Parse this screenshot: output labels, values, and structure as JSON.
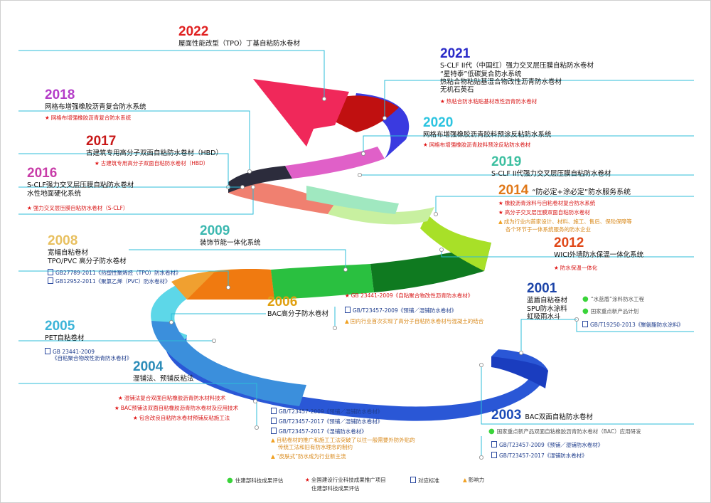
{
  "colors": {
    "y2022": "#e02020",
    "y2021": "#2a2ac8",
    "y2020": "#2cc4e0",
    "y2019": "#3cbfa0",
    "y2018": "#b43cc8",
    "y2017": "#c81818",
    "y2016": "#c83ca8",
    "y2014": "#e07818",
    "y2012": "#e04818",
    "y2009": "#3cb8b0",
    "y2008": "#e8c060",
    "y2006": "#e0a010",
    "y2005": "#3cb4d8",
    "y2004": "#2c8cb8",
    "y2003": "#1c4cb8",
    "y2001": "#1c44a8",
    "connector": "#2cbcd8"
  },
  "milestones": {
    "y2022": {
      "year": "2022",
      "lines": [
        "屋面性能改型（TPO）丁基自粘防水卷材"
      ]
    },
    "y2021": {
      "year": "2021",
      "lines": [
        "S-CLF II代（中国红）强力交叉层压膜自粘防水卷材",
        "“星特泰”低碳复合防水系统",
        "热粘合物粘贴基湿合物改性沥青防水卷材",
        "无机石英石"
      ],
      "stars": [
        "热粘合防水粘贴基材改性沥青防水卷材"
      ]
    },
    "y2020": {
      "year": "2020",
      "lines": [
        "网格布增强橡胶沥青胶料预涂反粘防水系统"
      ],
      "stars": [
        "网格布增强橡胶沥青胶料预涂反粘防水卷材"
      ]
    },
    "y2019": {
      "year": "2019",
      "lines": [
        "S-CLF II代强力交叉层压膜自粘防水卷材"
      ]
    },
    "y2018": {
      "year": "2018",
      "lines": [
        "网格布增强橡胶沥青复合防水系统"
      ],
      "stars": [
        "网格布增强橡胶沥青复合防水系统"
      ]
    },
    "y2017": {
      "year": "2017",
      "lines": [
        "古建筑专用高分子双面自粘防水卷材（HBD）"
      ],
      "stars": [
        "古建筑专用高分子双面自粘防水卷材（HBD）"
      ]
    },
    "y2016": {
      "year": "2016",
      "lines": [
        "S-CLF强力交叉层压膜自粘防水卷材",
        "水性地面硬化系统"
      ],
      "stars": [
        "强力交叉层压膜自粘防水卷材（S-CLF）"
      ]
    },
    "y2014": {
      "year": "2014",
      "lines": [
        "“防必定+涂必定”防水服务系统"
      ],
      "stars": [
        "橡胶沥青涂料与自粘卷材复合防水系统",
        "高分子交叉层压膜双面自粘防水卷材"
      ],
      "tris": [
        "成为行业内首家设计、材料、施工、售后、保险保障等",
        "各个环节于一体系统服务的防水企业"
      ]
    },
    "y2012": {
      "year": "2012",
      "lines": [
        "WICI外墙防水保温一体化系统"
      ],
      "stars": [
        "防水保温一体化"
      ]
    },
    "y2009": {
      "year": "2009",
      "lines": [
        "装饰节能一体化系统"
      ]
    },
    "y2008": {
      "year": "2008",
      "lines": [
        "宽幅自粘卷材",
        "TPO/PVC 高分子防水卷材"
      ],
      "boxes": [
        "GB27789-2011《热塑性聚烯烃（TPO）防水卷材》",
        "GB12952-2011《聚氯乙烯（PVC）防水卷材》"
      ]
    },
    "y2006": {
      "year": "2006",
      "lines": [
        "BAC高分子防水卷材"
      ],
      "stars": [
        "GB 23441-2009《自粘聚合物改性沥青防水卷材》"
      ],
      "boxes": [
        "GB/T23457-2009《预铺／湿铺防水卷材》"
      ],
      "tris": [
        "国内行业首次实现了高分子自粘防水卷材与混凝土的结合"
      ]
    },
    "y2005": {
      "year": "2005",
      "lines": [
        "PET自粘卷材"
      ],
      "boxes": [
        "GB 23441-2009",
        "《自粘聚合物改性沥青防水卷材》"
      ]
    },
    "y2004": {
      "year": "2004",
      "lines": [
        "湿铺法、预铺反粘法"
      ],
      "stars": [
        "湿铺法复合双面自粘橡胶沥青防水材料技术",
        "BAC预铺法双面自粘橡胶沥青防水卷材及应用技术",
        "包含改良自粘防水卷材预铺反粘施工法"
      ],
      "boxes": [
        "GB/T23457-2009《预铺／湿铺防水卷材》",
        "GB/T23457-2017《预铺／湿铺防水卷材》",
        "GB/T23457-2017《湿铺防水卷材》"
      ],
      "tris": [
        "自粘卷材的推广和施工工法突破了以往一般需要外防外贴的",
        "传统工法和旧有防水理念的制约",
        "“皮肤式”防水成为行业新主流"
      ]
    },
    "y2003": {
      "year": "2003",
      "lines": [
        "BAC双面自粘防水卷材"
      ],
      "dots": [
        "国家重点新产品双面自粘橡胶沥青防水卷材（BAC）应用研发"
      ],
      "boxes": [
        "GB/T23457-2009《预铺／湿铺防水卷材》",
        "GB/T23457-2017《湿铺防水卷材》"
      ]
    },
    "y2001": {
      "year": "2001",
      "lines": [
        "蓝盾自粘卷材",
        "SPU防水涂料",
        "虹吸雨水斗"
      ],
      "dots": [
        "“水蓝盾”涂料防水工程",
        "国家重点新产品计划"
      ],
      "boxes": [
        "GB/T19250-2013《聚氨酯防水涂料》"
      ]
    }
  },
  "legend": {
    "dot": "住建部科技成果评估",
    "star": "全国建设行业科技成果推广项目",
    "star2": "住建部科技成果评估",
    "box": "对应标准",
    "tri": "影响力"
  }
}
